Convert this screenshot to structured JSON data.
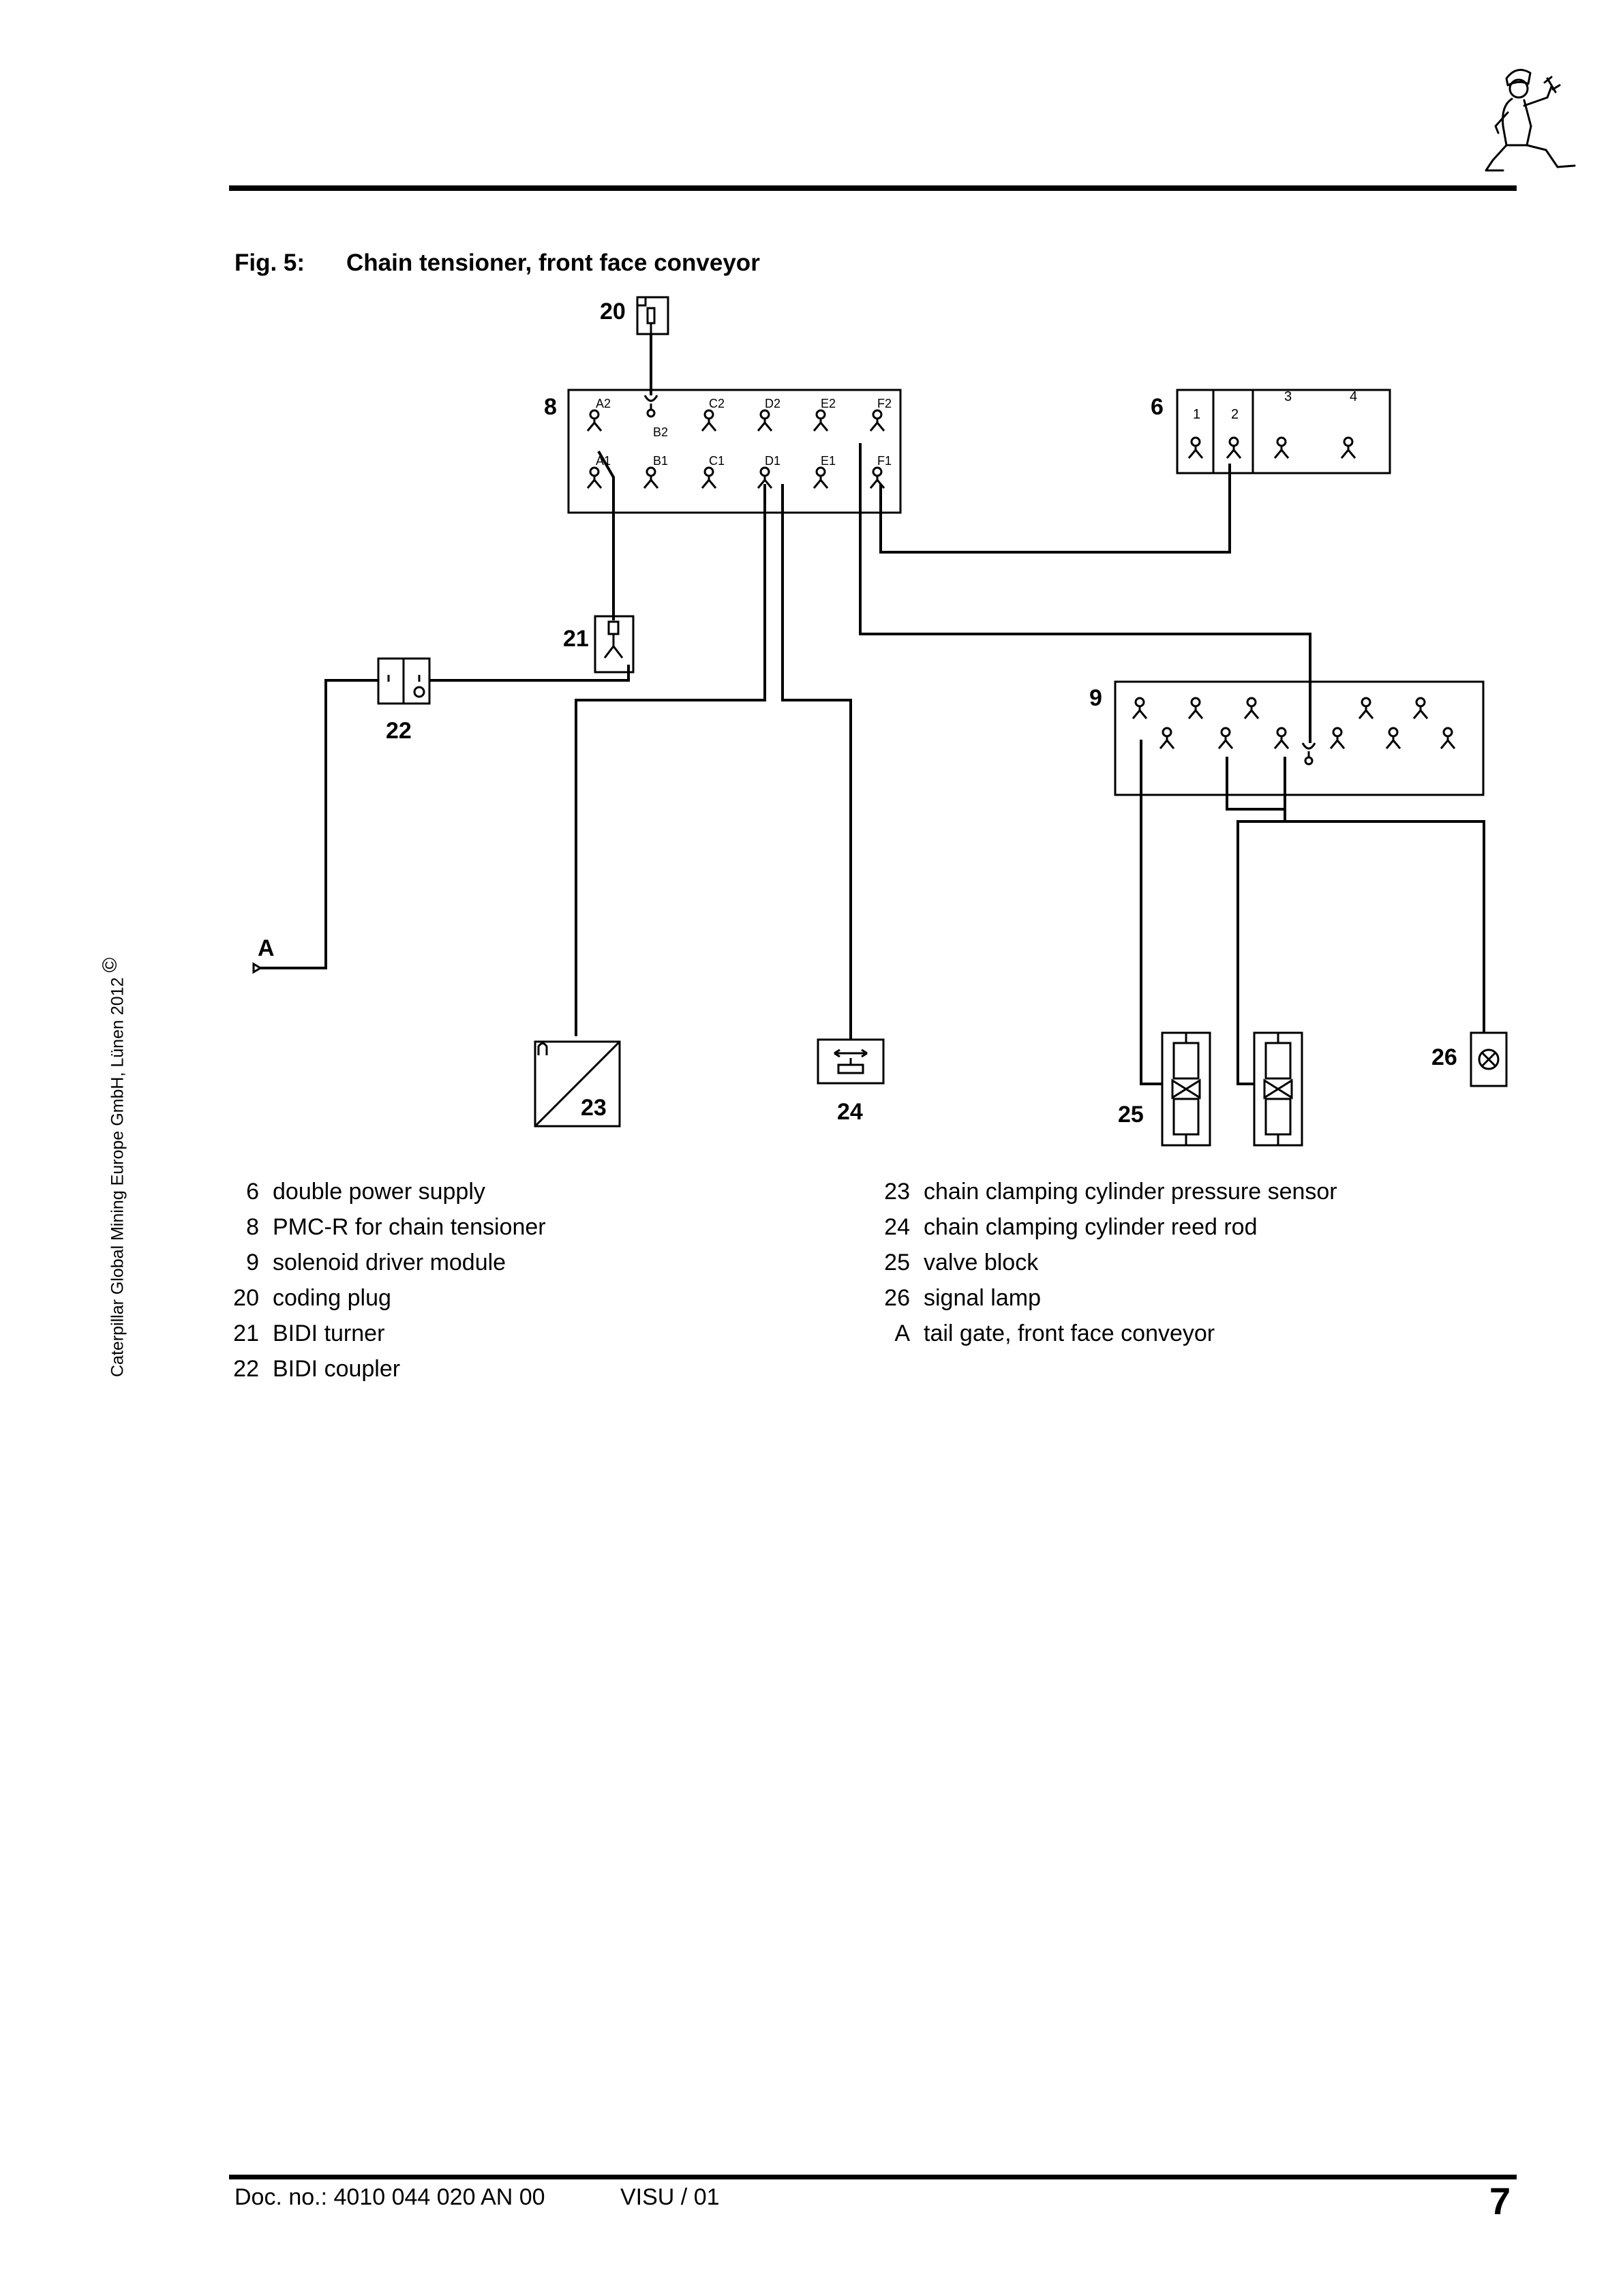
{
  "figure": {
    "number_label": "Fig. 5:",
    "title": "Chain tensioner, front face conveyor"
  },
  "diagram": {
    "component_labels": {
      "c20": "20",
      "c8": "8",
      "c6": "6",
      "c21": "21",
      "c22": "22",
      "c9": "9",
      "cA": "A",
      "c23": "23",
      "c24": "24",
      "c25": "25",
      "c26": "26"
    },
    "module8_ports": [
      "A2",
      "B2",
      "C2",
      "D2",
      "E2",
      "F2",
      "A1",
      "B1",
      "C1",
      "D1",
      "E1",
      "F1"
    ],
    "module6_ports": [
      "1",
      "2",
      "3",
      "4"
    ]
  },
  "legend_left": [
    {
      "num": "6",
      "text": "double power supply"
    },
    {
      "num": "8",
      "text": "PMC-R for chain tensioner"
    },
    {
      "num": "9",
      "text": "solenoid driver module"
    },
    {
      "num": "20",
      "text": "coding plug"
    },
    {
      "num": "21",
      "text": "BIDI turner"
    },
    {
      "num": "22",
      "text": "BIDI coupler"
    }
  ],
  "legend_right": [
    {
      "num": "23",
      "text": "chain clamping cylinder pressure sensor"
    },
    {
      "num": "24",
      "text": "chain clamping cylinder reed rod"
    },
    {
      "num": "25",
      "text": "valve block"
    },
    {
      "num": "26",
      "text": "signal lamp"
    },
    {
      "num": "A",
      "text": "tail gate, front face conveyor"
    }
  ],
  "copyright": "Caterpillar Global Mining Europe GmbH, Lünen 2012",
  "copyright_symbol": "©",
  "footer": {
    "doc_no": "Doc. no.: 4010 044 020 AN 00",
    "version": "VISU / 01",
    "page_number": "7"
  },
  "icons": {
    "header": "kneeling-worker-with-wrench-icon"
  }
}
